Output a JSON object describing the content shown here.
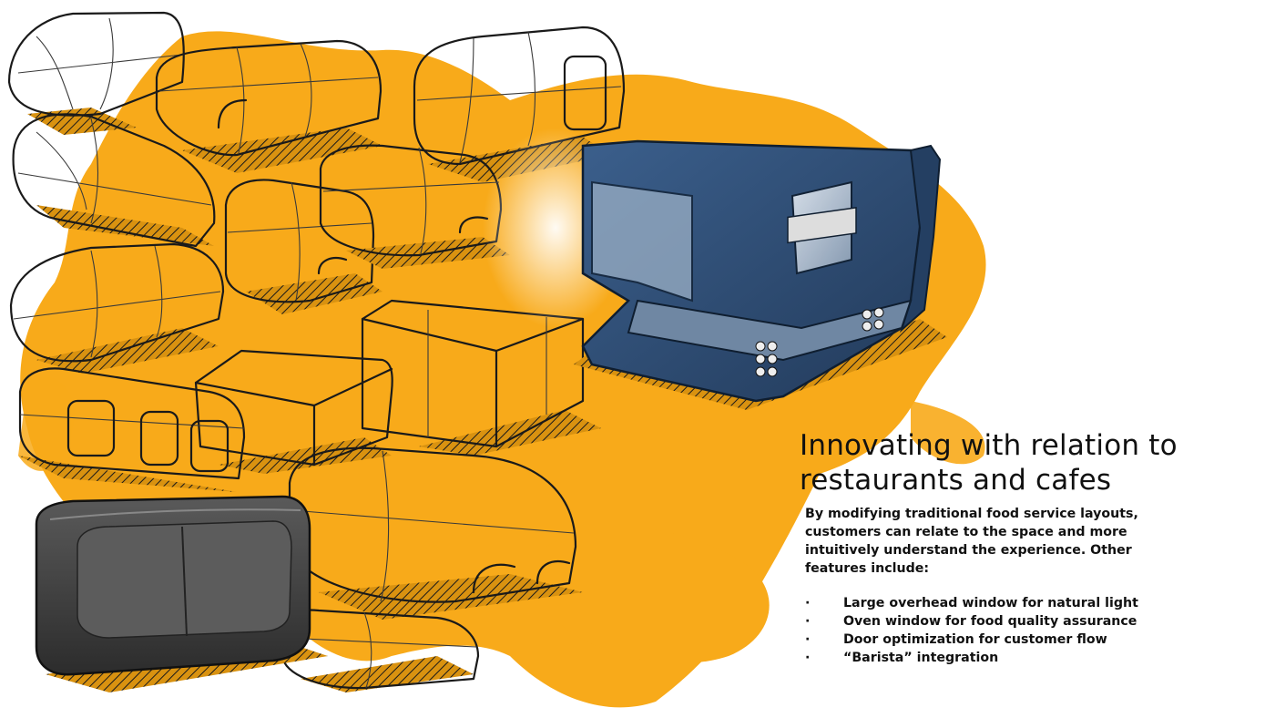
{
  "heading": "Innovating with relation to restaurants and cafes",
  "body": "By modifying traditional food service layouts, customers can relate to the space and more intuitively understand the experience. Other features include:",
  "features": [
    "Large overhead window for natural light",
    "Oven window for food quality assurance",
    "Door optimization for customer flow",
    "“Barista” integration"
  ],
  "bullet_char": "·",
  "colors": {
    "accent_orange": "#f8aa1a",
    "hero_blue": "#2f4d73",
    "dark_pod": "#3e3e3e",
    "ink": "#1a1a1a"
  },
  "icons": [
    "vehicle-concept-sketch",
    "food-kiosk-render"
  ]
}
